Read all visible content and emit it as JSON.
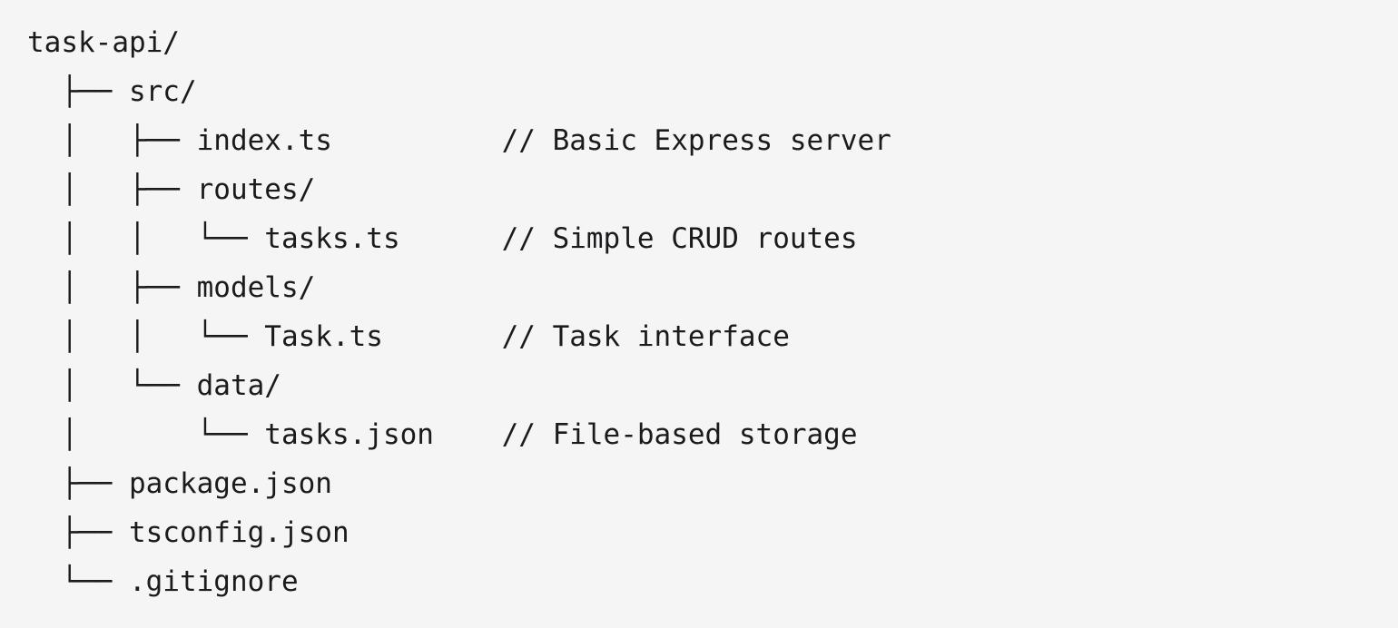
{
  "colors": {
    "background": "#f5f5f6",
    "text": "#1b1b1d"
  },
  "file_tree": {
    "lines": [
      {
        "prefix": "",
        "name": "task-api/",
        "comment": ""
      },
      {
        "prefix": "  ├── ",
        "name": "src/",
        "comment": ""
      },
      {
        "prefix": "  │   ├── ",
        "name": "index.ts",
        "comment": "// Basic Express server"
      },
      {
        "prefix": "  │   ├── ",
        "name": "routes/",
        "comment": ""
      },
      {
        "prefix": "  │   │   └── ",
        "name": "tasks.ts",
        "comment": "// Simple CRUD routes"
      },
      {
        "prefix": "  │   ├── ",
        "name": "models/",
        "comment": ""
      },
      {
        "prefix": "  │   │   └── ",
        "name": "Task.ts",
        "comment": "// Task interface"
      },
      {
        "prefix": "  │   └── ",
        "name": "data/",
        "comment": ""
      },
      {
        "prefix": "  │       └── ",
        "name": "tasks.json",
        "comment": "// File-based storage"
      },
      {
        "prefix": "  ├── ",
        "name": "package.json",
        "comment": ""
      },
      {
        "prefix": "  ├── ",
        "name": "tsconfig.json",
        "comment": ""
      },
      {
        "prefix": "  └── ",
        "name": ".gitignore",
        "comment": ""
      }
    ]
  }
}
